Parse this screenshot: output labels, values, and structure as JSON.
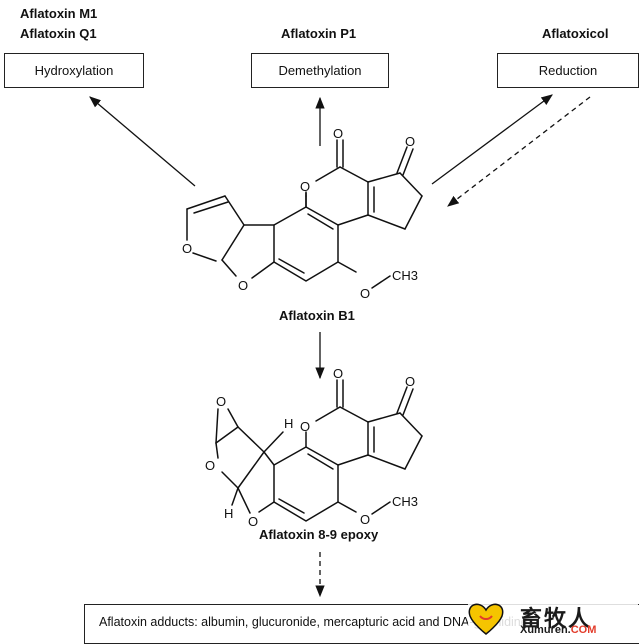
{
  "top_labels": {
    "m1": "Aflatoxin M1",
    "q1": "Aflatoxin Q1",
    "p1": "Aflatoxin P1",
    "aflatoxicol": "Aflatoxicol"
  },
  "boxes": {
    "hydroxylation": "Hydroxylation",
    "demethylation": "Demethylation",
    "reduction": "Reduction"
  },
  "molecule_b1": {
    "name": "Aflatoxin B1",
    "atoms": {
      "o_carbonyl_top": "O",
      "o_ketone": "O",
      "o_lactone": "O",
      "o_furan_ring": "O",
      "o_furan_bridge": "O",
      "o_methoxy": "O",
      "methyl": "CH3"
    }
  },
  "molecule_epoxy": {
    "name": "Aflatoxin 8-9 epoxy",
    "atoms": {
      "o_carbonyl_top": "O",
      "o_ketone": "O",
      "o_lactone": "O",
      "o_epoxide": "O",
      "o_furan_ring": "O",
      "o_furan_bridge": "O",
      "o_methoxy": "O",
      "methyl": "CH3",
      "h_top": "H",
      "h_bottom": "H"
    }
  },
  "adducts": {
    "text": "Aflatoxin adducts: albumin, glucuronide, mercapturic acid and DNA-guanidine"
  },
  "watermark": {
    "chinese": "畜牧人",
    "url_main": "Xumuren.",
    "url_tld": "COM"
  },
  "colors": {
    "line": "#111111",
    "logo_yellow": "#f5c400",
    "logo_red": "#e23b2a"
  }
}
